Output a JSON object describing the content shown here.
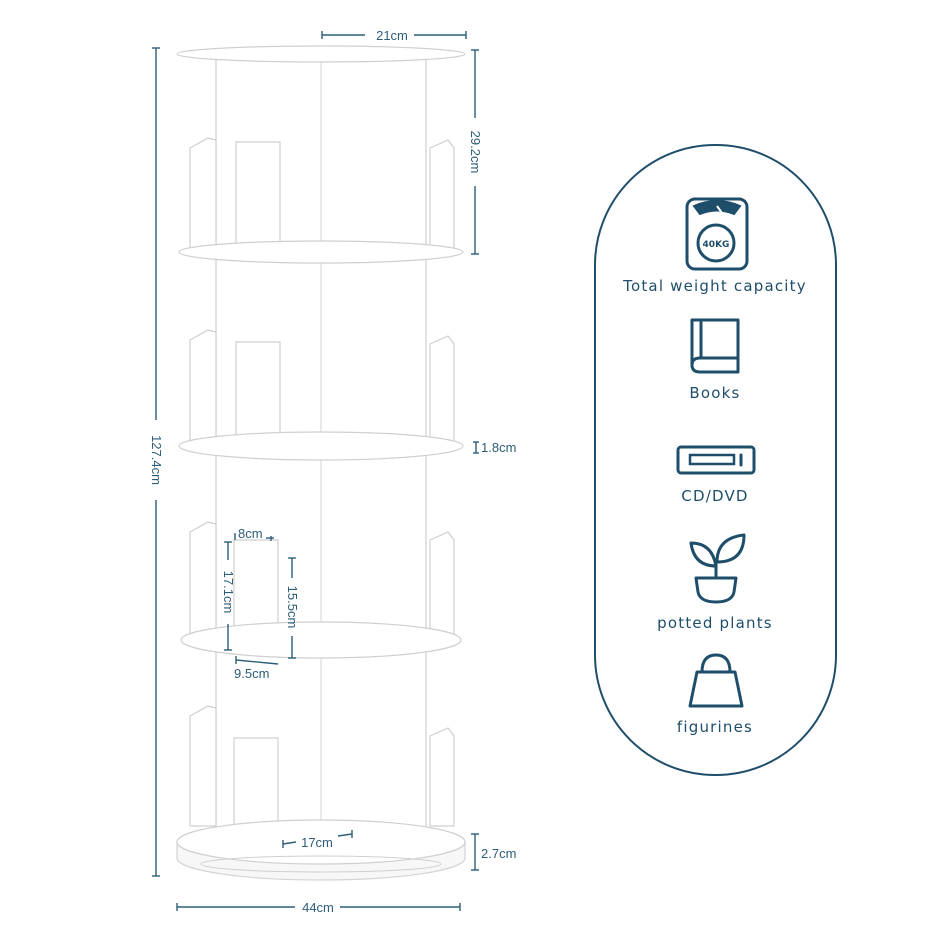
{
  "dimensions": {
    "top_width": "21cm",
    "tier_height": "29.2cm",
    "total_height": "127.4cm",
    "shelf_thickness": "1.8cm",
    "divider_width": "8cm",
    "divider_height_outer": "17.1cm",
    "divider_height_inner": "15.5cm",
    "divider_base": "9.5cm",
    "inner_depth": "17cm",
    "base_thickness": "2.7cm",
    "base_width": "44cm"
  },
  "features": {
    "items": [
      {
        "icon": "scale-icon",
        "label": "Total weight capacity",
        "badge": "40KG"
      },
      {
        "icon": "book-icon",
        "label": "Books"
      },
      {
        "icon": "cd-dvd-icon",
        "label": "CD/DVD"
      },
      {
        "icon": "plant-icon",
        "label": "potted plants"
      },
      {
        "icon": "bag-icon",
        "label": "figurines"
      }
    ]
  },
  "colors": {
    "accent": "#1f4e6b",
    "dimension": "#2d5d78",
    "panel_border": "#1f4e6b"
  }
}
